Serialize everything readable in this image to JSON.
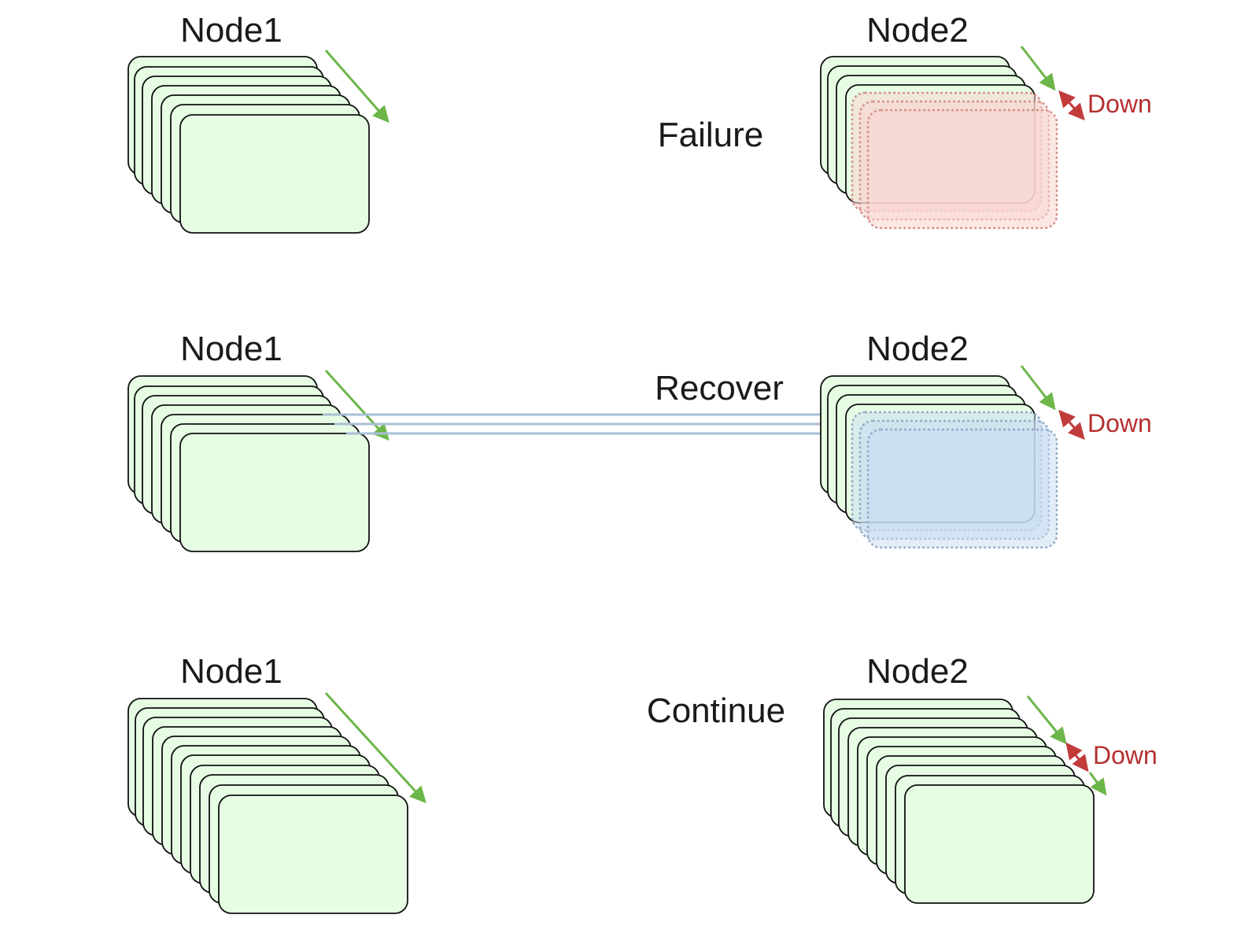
{
  "diagram": {
    "rows": [
      {
        "step": "Failure",
        "node1": {
          "title": "Node1"
        },
        "node2": {
          "title": "Node2",
          "status": "Down"
        }
      },
      {
        "step": "Recover",
        "node1": {
          "title": "Node1"
        },
        "node2": {
          "title": "Node2",
          "status": "Down"
        }
      },
      {
        "step": "Continue",
        "node1": {
          "title": "Node1"
        },
        "node2": {
          "title": "Node2",
          "status": "Down"
        }
      }
    ],
    "colors": {
      "card_fill": "#e6fde4",
      "progress_arrow": "#6cb64a",
      "down_arrow": "#c23b3b",
      "failed_card": "#d9908a",
      "recovered_card": "#93acc8",
      "replication_arrow": "#a9bfd6"
    }
  }
}
